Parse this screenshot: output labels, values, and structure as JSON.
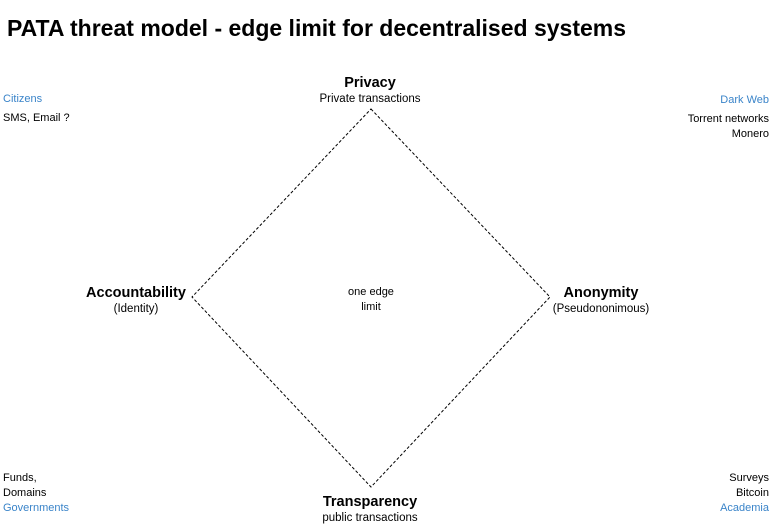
{
  "title": "PATA threat model - edge limit for decentralised systems",
  "colors": {
    "category": "#3a84c9",
    "text": "#000000",
    "line": "#000000"
  },
  "vertices": {
    "privacy": {
      "name": "Privacy",
      "sub": "Private transactions"
    },
    "anonymity": {
      "name": "Anonymity",
      "sub": "(Pseudononimous)"
    },
    "transparency": {
      "name": "Transparency",
      "sub": "public transactions"
    },
    "accountability": {
      "name": "Accountability",
      "sub": "(Identity)"
    }
  },
  "center_note": {
    "line1": "one edge",
    "line2": "limit"
  },
  "corners": {
    "top_left": {
      "category": "Citizens",
      "items": [
        "SMS, Email ?"
      ]
    },
    "top_right": {
      "category": "Dark Web",
      "items": [
        "Torrent networks",
        "Monero"
      ]
    },
    "bottom_left": {
      "category": "Governments",
      "items": [
        "Funds,",
        "Domains"
      ]
    },
    "bottom_right": {
      "category": "Academia",
      "items": [
        "Surveys",
        "Bitcoin"
      ]
    }
  }
}
